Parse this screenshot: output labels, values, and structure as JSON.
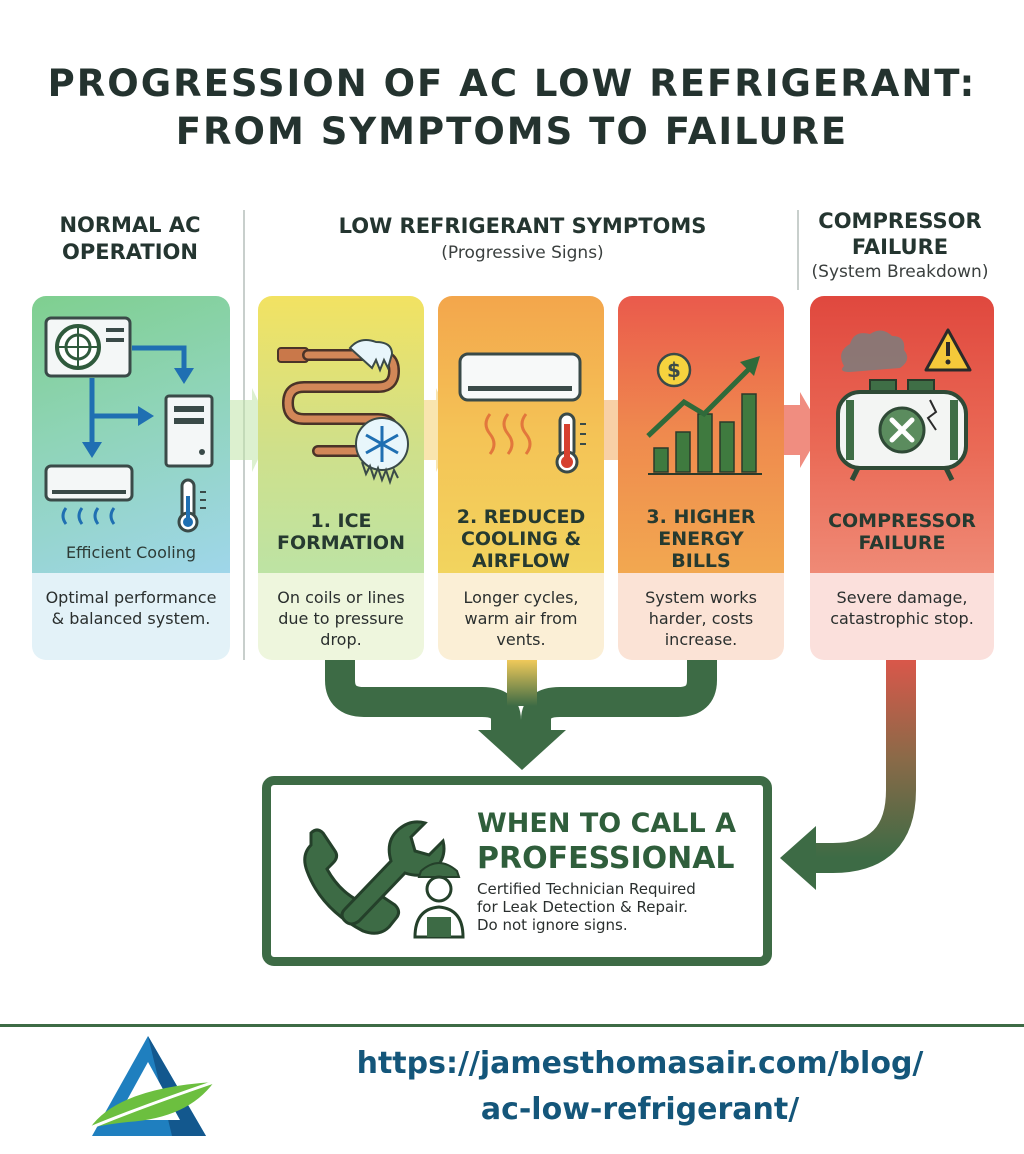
{
  "title": {
    "line1": "PROGRESSION OF AC LOW REFRIGERANT:",
    "line2": "FROM SYMPTOMS TO FAILURE"
  },
  "sections": {
    "normal": {
      "line1": "NORMAL AC",
      "line2": "OPERATION"
    },
    "symptoms": {
      "title": "LOW REFRIGERANT SYMPTOMS",
      "subtitle": "(Progressive Signs)"
    },
    "failure": {
      "line1": "COMPRESSOR",
      "line2": "FAILURE",
      "subtitle": "(System Breakdown)"
    }
  },
  "cards": {
    "normal": {
      "label": "Efficient Cooling",
      "desc1": "Optimal performance",
      "desc2": "& balanced system.",
      "icon": "ac-outdoor-indoor-units-icon"
    },
    "ice": {
      "step1": "1. ICE",
      "step2": "FORMATION",
      "desc1": "On coils or lines",
      "desc2": "due to pressure",
      "desc3": "drop.",
      "icon": "frozen-coil-icon"
    },
    "reduced": {
      "step1": "2. REDUCED",
      "step2": "COOLING &",
      "step3": "AIRFLOW",
      "desc1": "Longer cycles,",
      "desc2": "warm air from",
      "desc3": "vents.",
      "icon": "wall-ac-thermometer-icon"
    },
    "energy": {
      "step1": "3. HIGHER",
      "step2": "ENERGY",
      "step3": "BILLS",
      "desc1": "System works",
      "desc2": "harder, costs",
      "desc3": "increase.",
      "icon": "rising-cost-chart-icon"
    },
    "compressor": {
      "step1": "COMPRESSOR",
      "step2": "FAILURE",
      "desc1": "Severe damage,",
      "desc2": "catastrophic stop.",
      "icon": "broken-compressor-icon"
    }
  },
  "call": {
    "title1": "WHEN TO CALL A",
    "title2": "PROFESSIONAL",
    "line1": "Certified Technician Required",
    "line2": "for Leak Detection & Repair.",
    "line3": "Do not ignore signs.",
    "icons": [
      "phone-icon",
      "wrench-icon",
      "technician-icon"
    ]
  },
  "footer": {
    "url1": "https://jamesthomasair.com/blog/",
    "url2": "ac-low-refrigerant/",
    "logo": "triangle-leaf-logo"
  },
  "colors": {
    "dark_green": "#3d6b45",
    "title": "#24332f",
    "url": "#14567a",
    "normal_top": "#7fcf9a",
    "symptom_yellow": "#f2d552",
    "symptom_orange": "#f0a549",
    "symptom_red": "#e96050"
  }
}
